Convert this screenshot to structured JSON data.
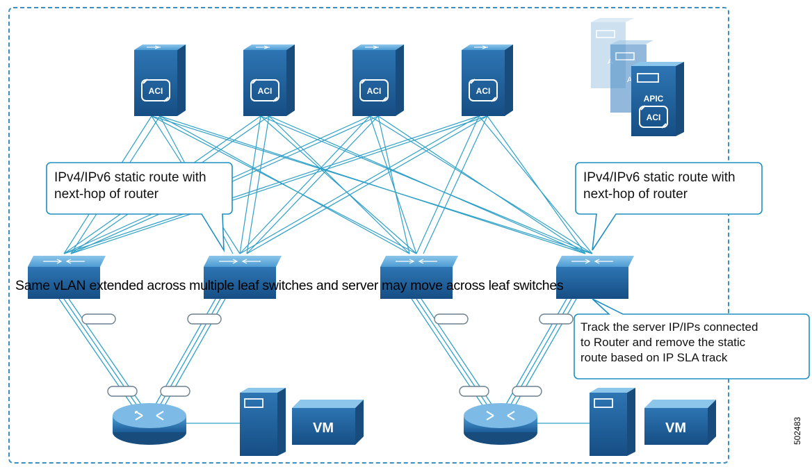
{
  "colors": {
    "device_face": "#1f5f98",
    "device_top": "#5aa7dc",
    "device_side": "#174c7c",
    "link": "#2ea0c8",
    "callout_border": "#1e8fc1",
    "frame": "#3a8fc0"
  },
  "spines": [
    {
      "label": "ACI",
      "icon": "aci-logo-icon"
    },
    {
      "label": "ACI",
      "icon": "aci-logo-icon"
    },
    {
      "label": "ACI",
      "icon": "aci-logo-icon"
    },
    {
      "label": "ACI",
      "icon": "aci-logo-icon"
    }
  ],
  "apic_cluster": {
    "title": "APIC",
    "logo": "ACI",
    "partial_back_labels": [
      "A",
      "A"
    ]
  },
  "callouts": {
    "left": {
      "line1": "IPv4/IPv6 static route with",
      "line2": "next-hop of router"
    },
    "right": {
      "line1": "IPv4/IPv6 static route with",
      "line2": "next-hop of router"
    },
    "track": {
      "line1": "Track the server IP/IPs connected",
      "line2": "to Router and remove the static",
      "line3": "route based on IP SLA track"
    }
  },
  "banner": "Same vLAN extended across multiple leaf switches and server may move across leaf switches",
  "vm_label": "VM",
  "figure_id": "502483"
}
